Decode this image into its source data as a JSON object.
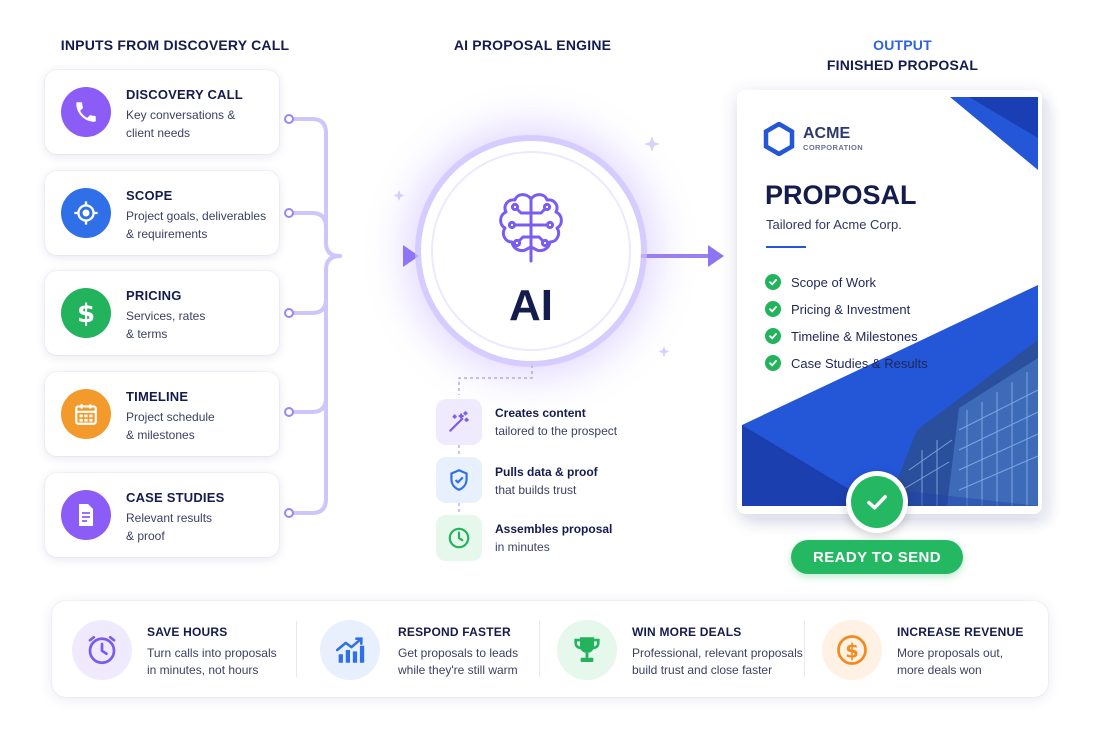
{
  "headers": {
    "inputs": "INPUTS FROM DISCOVERY CALL",
    "engine": "AI PROPOSAL ENGINE",
    "output": "OUTPUT",
    "output_sub": "FINISHED PROPOSAL"
  },
  "inputs": [
    {
      "title": "DISCOVERY CALL",
      "line1": "Key conversations &",
      "line2": "client needs",
      "icon": "phone-icon",
      "color": "#8b5cf6"
    },
    {
      "title": "SCOPE",
      "line1": "Project goals, deliverables",
      "line2": "& requirements",
      "icon": "target-icon",
      "color": "#2f6fe8"
    },
    {
      "title": "PRICING",
      "line1": "Services, rates",
      "line2": "& terms",
      "icon": "dollar-icon",
      "color": "#22b35c"
    },
    {
      "title": "TIMELINE",
      "line1": "Project schedule",
      "line2": "& milestones",
      "icon": "calendar-icon",
      "color": "#f39a2c"
    },
    {
      "title": "CASE STUDIES",
      "line1": "Relevant results",
      "line2": "& proof",
      "icon": "document-icon",
      "color": "#8b5cf6"
    }
  ],
  "engine": {
    "label": "AI",
    "steps": [
      {
        "title": "Creates content",
        "desc": "tailored to the prospect",
        "icon": "magic-wand-icon"
      },
      {
        "title": "Pulls data & proof",
        "desc": "that builds trust",
        "icon": "shield-check-icon"
      },
      {
        "title": "Assembles proposal",
        "desc": "in minutes",
        "icon": "clock-icon"
      }
    ]
  },
  "proposal": {
    "company": "ACME",
    "company_sub": "CORPORATION",
    "title": "PROPOSAL",
    "subtitle": "Tailored for Acme Corp.",
    "checklist": [
      "Scope of Work",
      "Pricing & Investment",
      "Timeline & Milestones",
      "Case Studies & Results"
    ],
    "cta": "READY TO SEND"
  },
  "benefits": [
    {
      "title": "SAVE HOURS",
      "line1": "Turn calls into proposals",
      "line2": "in minutes, not hours",
      "icon": "clock-icon"
    },
    {
      "title": "RESPOND FASTER",
      "line1": "Get proposals to leads",
      "line2": "while they're still warm",
      "icon": "bar-chart-icon"
    },
    {
      "title": "WIN MORE DEALS",
      "line1": "Professional, relevant proposals",
      "line2": "build trust and close faster",
      "icon": "trophy-icon"
    },
    {
      "title": "INCREASE REVENUE",
      "line1": "More proposals out,",
      "line2": "more deals won",
      "icon": "dollar-coin-icon"
    }
  ],
  "colors": {
    "accent_purple": "#8b5cf6",
    "navy": "#141b4d",
    "blue": "#2456d8",
    "green": "#22b35c"
  }
}
